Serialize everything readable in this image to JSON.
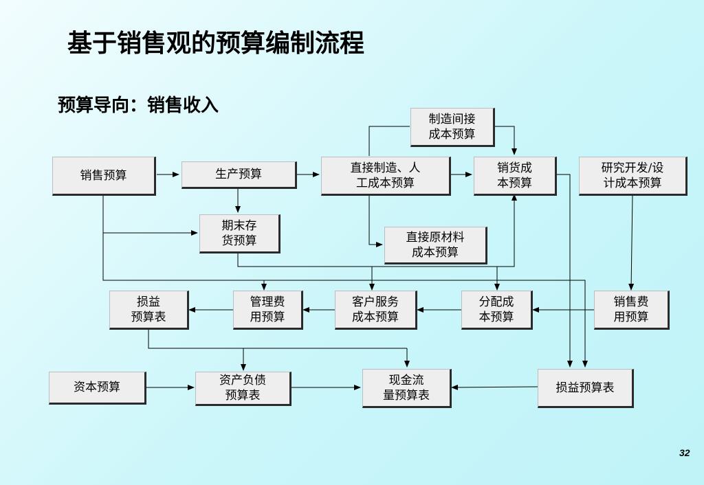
{
  "title": "基于销售观的预算编制流程",
  "subtitle": "预算导向：销售收入",
  "page_number": "32",
  "nodes": {
    "sales_budget": "销售预算",
    "production_budget": "生产预算",
    "direct_mfg_labor": "直接制造、人\n工成本预算",
    "mfg_overhead": "制造间接\n成本预算",
    "cogs": "销货成\n本预算",
    "rd_design": "研究开发/设\n计成本预算",
    "ending_inventory": "期末存\n货预算",
    "direct_material": "直接原材料\n成本预算",
    "pl_budget_statement": "损益\n预算表",
    "admin_expense": "管理费\n用预算",
    "customer_service": "客户服务\n成本预算",
    "distribution_cost": "分配成\n本预算",
    "selling_expense": "销售费\n用预算",
    "capital_budget": "资本预算",
    "balance_sheet_budget": "资产负债\n预算表",
    "cash_flow_budget": "现金流\n量预算表",
    "pl_budget_statement_2": "损益预算表"
  }
}
